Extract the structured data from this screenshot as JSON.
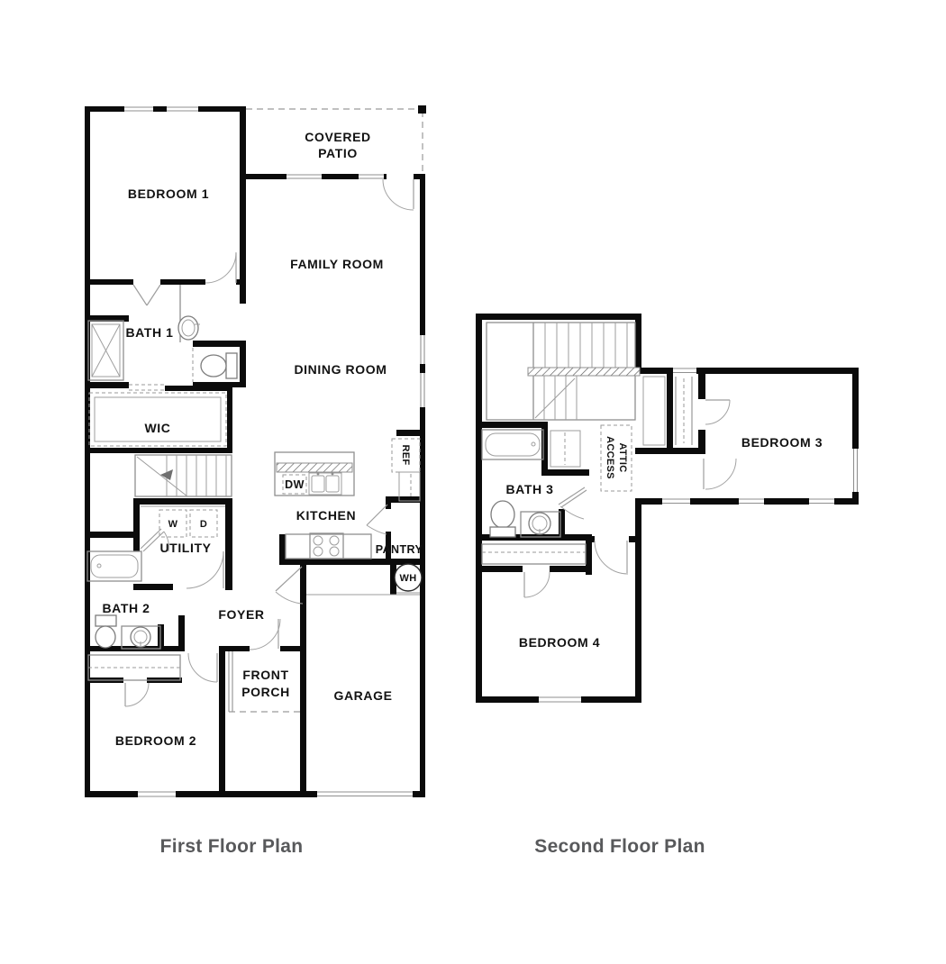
{
  "page": {
    "background": "#ffffff"
  },
  "colors": {
    "wall": "#0b0b0b",
    "thin_line": "#8f8f8f",
    "dashed_line": "#9a9a9a",
    "label_text": "#121212",
    "title_text": "#58595b"
  },
  "first_floor": {
    "title": "First Floor Plan",
    "labels": {
      "bedroom1": "BEDROOM 1",
      "covered_patio_line1": "COVERED",
      "covered_patio_line2": "PATIO",
      "family_room": "FAMILY ROOM",
      "bath1": "BATH 1",
      "dining_room": "DINING ROOM",
      "wic": "WIC",
      "washer": "W",
      "dryer": "D",
      "utility": "UTILITY",
      "dishwasher": "DW",
      "refrigerator": "REF",
      "kitchen": "KITCHEN",
      "pantry": "PANTRY",
      "water_heater": "WH",
      "bath2": "BATH 2",
      "foyer": "FOYER",
      "front_porch_line1": "FRONT",
      "front_porch_line2": "PORCH",
      "garage": "GARAGE",
      "bedroom2": "BEDROOM 2"
    }
  },
  "second_floor": {
    "title": "Second Floor Plan",
    "labels": {
      "bath3": "BATH 3",
      "attic_access_line1": "ATTIC",
      "attic_access_line2": "ACCESS",
      "bedroom3": "BEDROOM 3",
      "bedroom4": "BEDROOM 4"
    }
  }
}
